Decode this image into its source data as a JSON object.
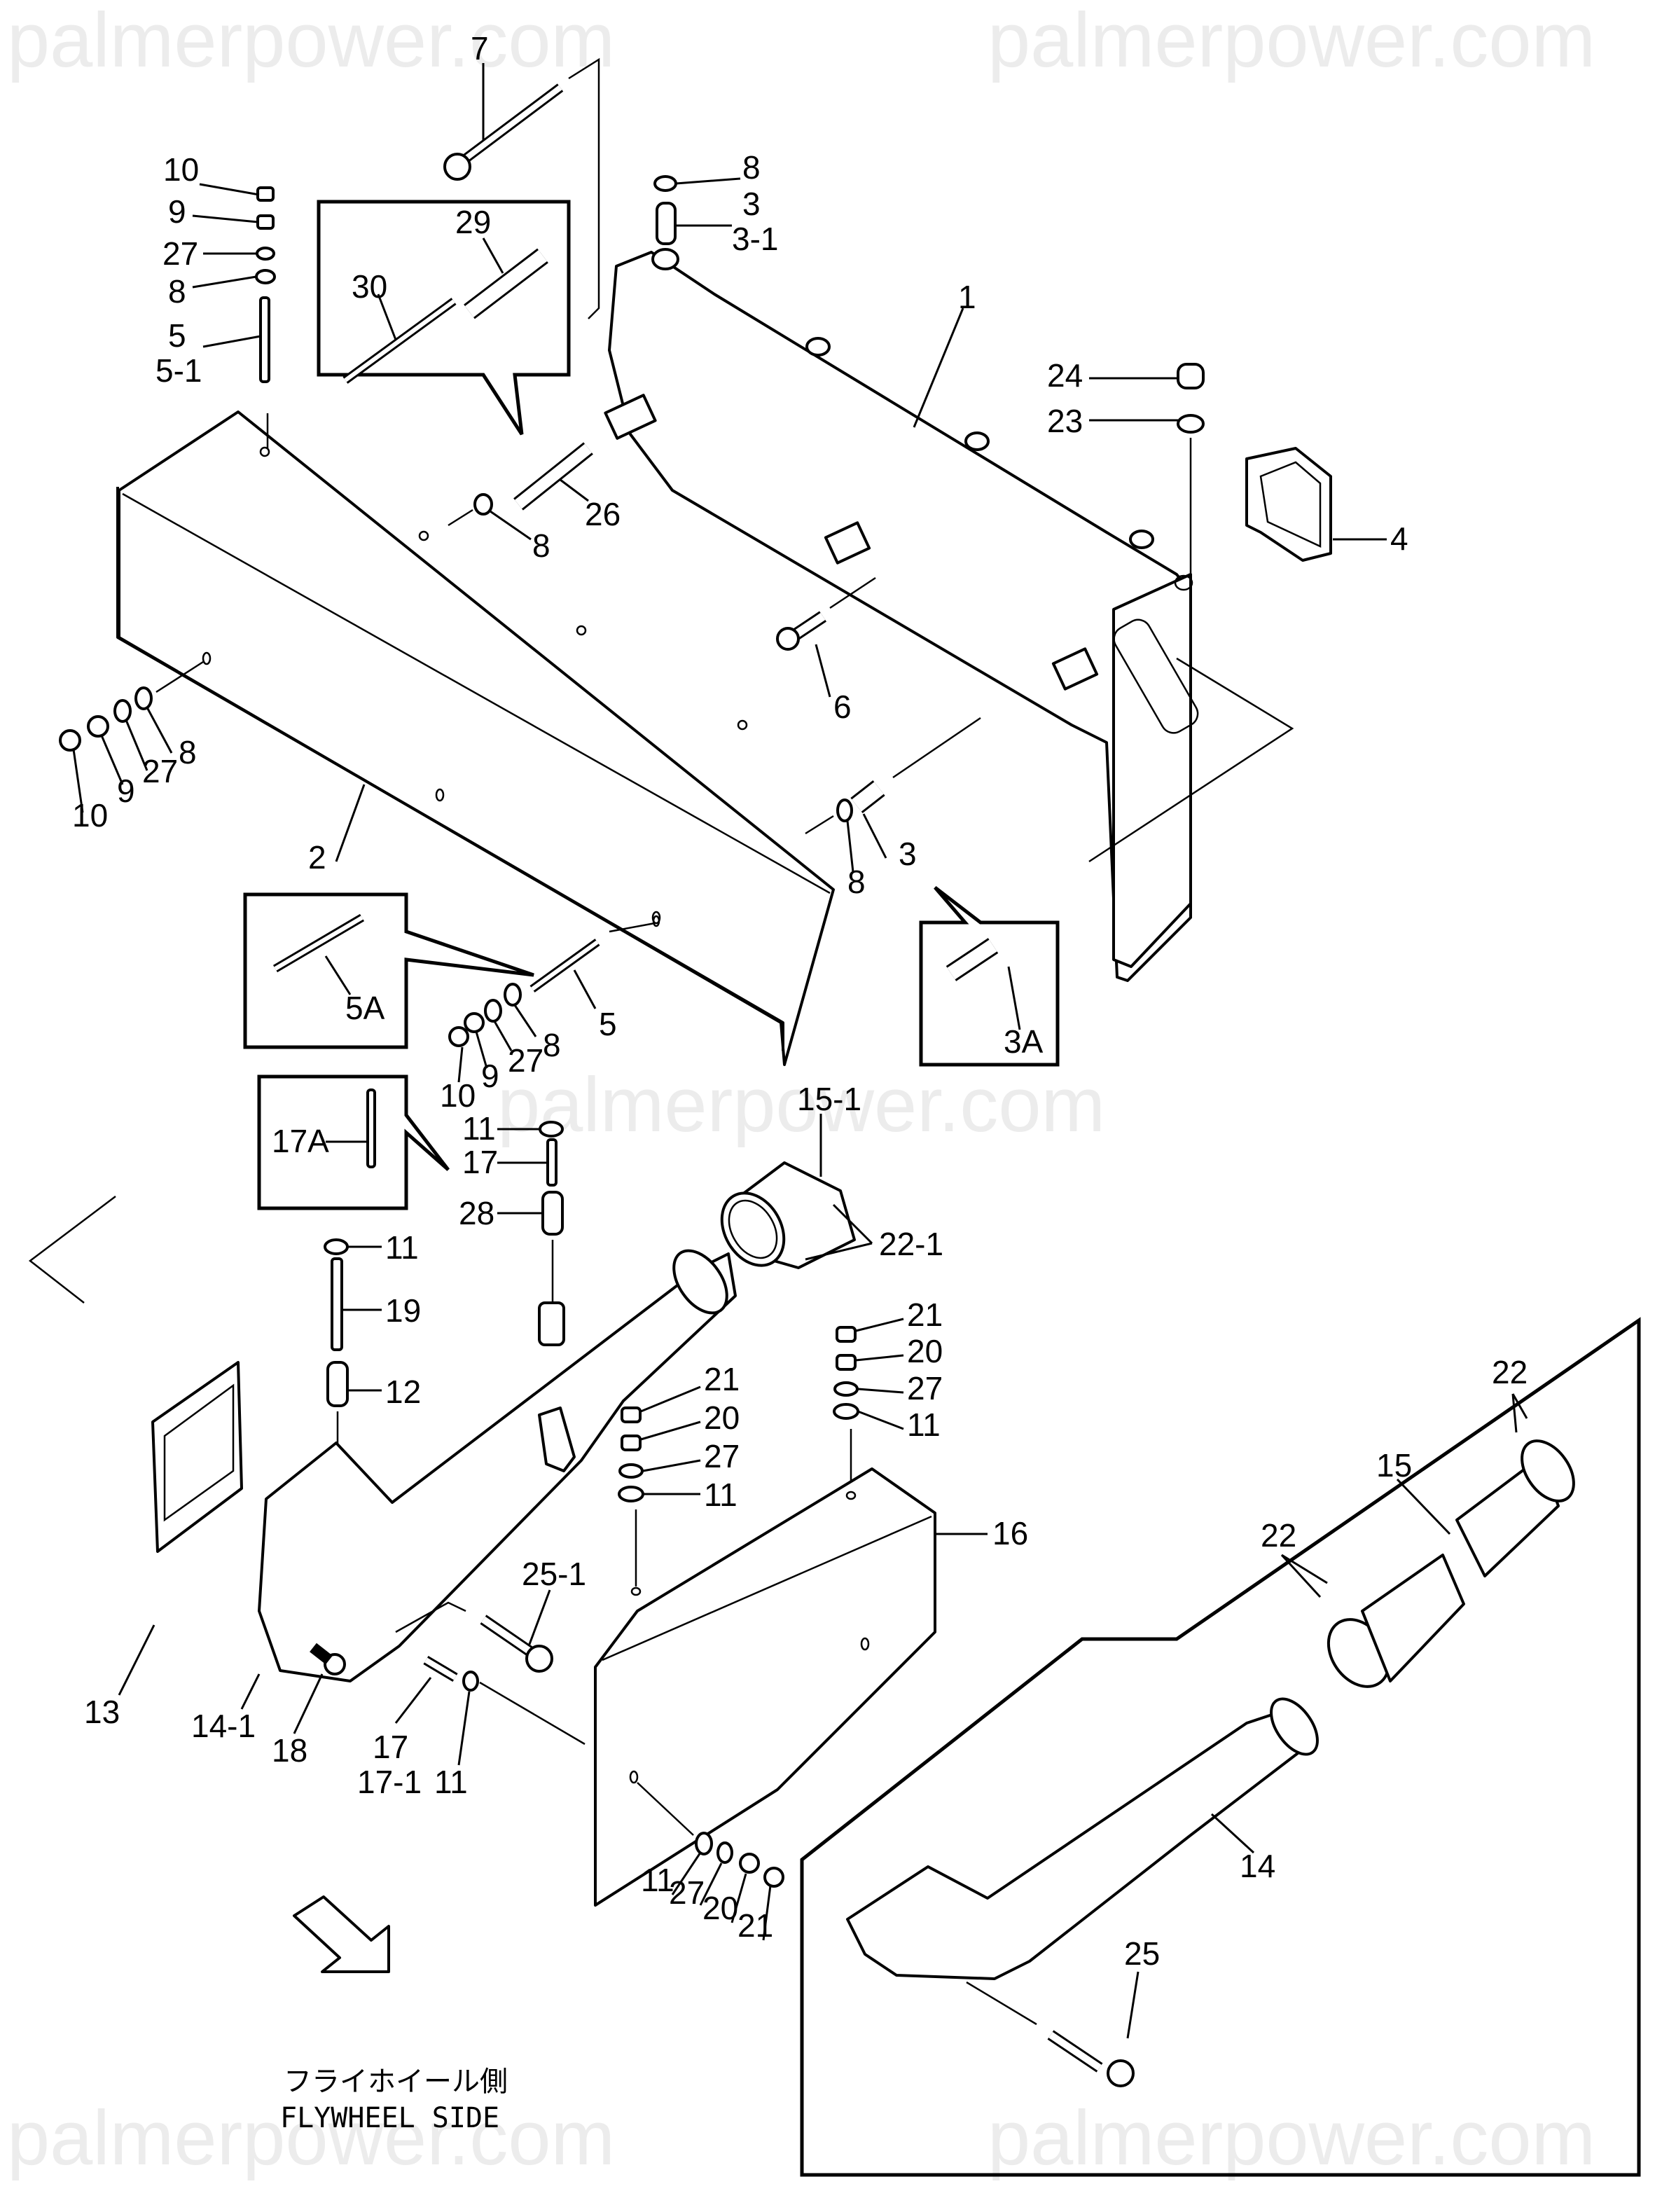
{
  "watermark": {
    "text": "palmerpower.com"
  },
  "diagram": {
    "title": "Exhaust manifold exploded view",
    "direction_caption_jp": "フライホイール側",
    "direction_caption_en": "FLYWHEEL SIDE",
    "direction_icon": "arrow-down-right-icon"
  },
  "callouts": {
    "p7": "7",
    "p10a": "10",
    "p9a": "9",
    "p27a": "27",
    "p8a": "8",
    "p5a": "5",
    "p5_1": "5-1",
    "p29": "29",
    "p30": "30",
    "p8b": "8",
    "p3a": "3",
    "p3_1": "3-1",
    "p1": "1",
    "p24": "24",
    "p23": "23",
    "p4": "4",
    "p26": "26",
    "p8c": "8",
    "p6": "6",
    "p10b": "10",
    "p9b": "9",
    "p27b": "27",
    "p8d": "8",
    "p2": "2",
    "p8e": "8",
    "p3b": "3",
    "p5A": "5A",
    "p5b": "5",
    "p10c": "10",
    "p9c": "9",
    "p27c": "27",
    "p8f": "8",
    "p3A": "3A",
    "p15_1": "15-1",
    "p17A": "17A",
    "p11a": "11",
    "p17a": "17",
    "p28": "28",
    "p22_1": "22-1",
    "p11b": "11",
    "p19": "19",
    "p12": "12",
    "p21a": "21",
    "p20a": "20",
    "p27d": "27",
    "p11c": "11",
    "p21b": "21",
    "p20b": "20",
    "p27e": "27",
    "p11d": "11",
    "p22a": "22",
    "p15": "15",
    "p22b": "22",
    "p16": "16",
    "p13": "13",
    "p25_1": "25-1",
    "p14_1": "14-1",
    "p18": "18",
    "p17b": "17",
    "p17_1": "17-1",
    "p11e": "11",
    "p11f": "11",
    "p27f": "27",
    "p20c": "20",
    "p21c": "21",
    "p14": "14",
    "p25": "25"
  }
}
